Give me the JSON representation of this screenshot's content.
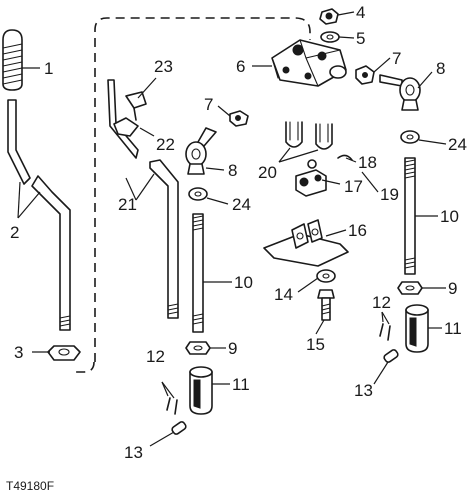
{
  "diagram": {
    "figure_id": "T49180F",
    "callouts": {
      "c1": "1",
      "c2": "2",
      "c3": "3",
      "c4": "4",
      "c5": "5",
      "c6": "6",
      "c7a": "7",
      "c7b": "7",
      "c8a": "8",
      "c8b": "8",
      "c9a": "9",
      "c9b": "9",
      "c10a": "10",
      "c10b": "10",
      "c11a": "11",
      "c11b": "11",
      "c12a": "12",
      "c12b": "12",
      "c13a": "13",
      "c13b": "13",
      "c14": "14",
      "c15": "15",
      "c16": "16",
      "c17": "17",
      "c18": "18",
      "c19": "19",
      "c20": "20",
      "c21": "21",
      "c22": "22",
      "c23": "23",
      "c24a": "24",
      "c24b": "24"
    }
  }
}
